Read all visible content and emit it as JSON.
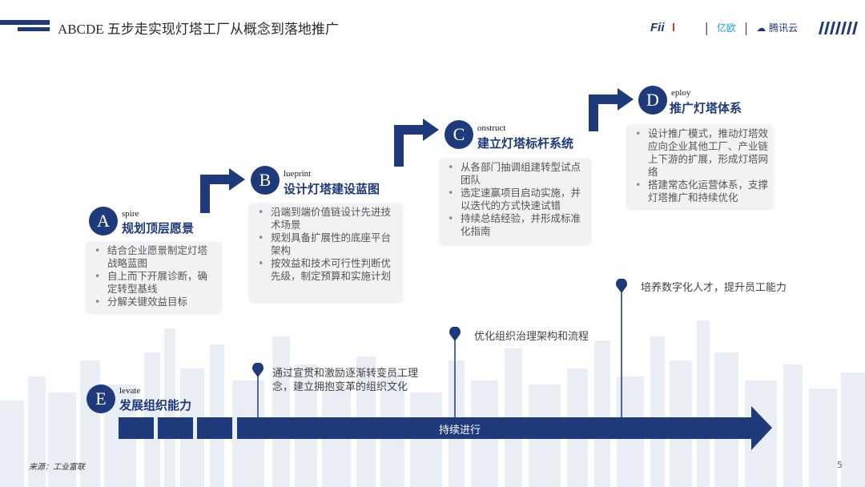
{
  "header": {
    "title": "ABCDE 五步走实现灯塔工厂从概念到落地推广",
    "partners": [
      {
        "label": "Fii",
        "icon": "fii-logo-icon"
      },
      {
        "label": "亿欧",
        "icon": "yiou-logo-icon"
      },
      {
        "label": "腾讯云",
        "icon": "tencent-cloud-icon"
      }
    ]
  },
  "steps": [
    {
      "letter": "A",
      "suffix": "spire",
      "title": "规划顶层愿景",
      "items": [
        "结合企业愿景制定灯塔战略蓝图",
        "自上而下开展诊断，确定转型基线",
        "分解关键效益目标"
      ]
    },
    {
      "letter": "B",
      "suffix": "lueprint",
      "title": "设计灯塔建设蓝图",
      "items": [
        "沿端到端价值链设计先进技术场景",
        "规划具备扩展性的底座平台架构",
        "按效益和技术可行性判断优先级，制定预算和实施计划"
      ]
    },
    {
      "letter": "C",
      "suffix": "onstruct",
      "title": "建立灯塔标杆系统",
      "items": [
        "从各部门抽调组建转型试点团队",
        "选定速赢项目启动实施，并以迭代的方式快速试错",
        "持续总结经验，并形成标准化指南"
      ]
    },
    {
      "letter": "D",
      "suffix": "eploy",
      "title": "推广灯塔体系",
      "items": [
        "设计推广模式，推动灯塔效应向企业其他工厂、产业链上下游的扩展，形成灯塔网络",
        "搭建常态化运营体系，支撑灯塔推广和持续优化"
      ]
    },
    {
      "letter": "E",
      "suffix": "levate",
      "title": "发展组织能力"
    }
  ],
  "milestones": [
    {
      "text": "通过宣贯和激励逐渐转变员工理念，建立拥抱变革的组织文化"
    },
    {
      "text": "优化组织治理架构和流程"
    },
    {
      "text": "培养数字化人才，提升员工能力"
    }
  ],
  "progress_label": "持续进行",
  "footer": {
    "source": "来源：工业富联",
    "page": "5"
  },
  "colors": {
    "primary": "#1e3a7b",
    "box_bg": "#f1f2f4"
  }
}
